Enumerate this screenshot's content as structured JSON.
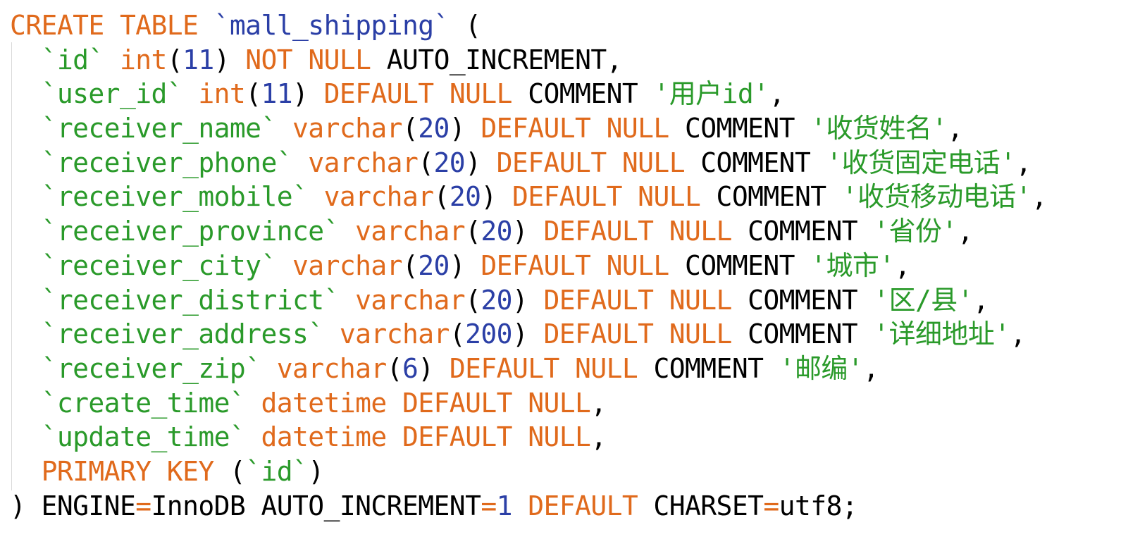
{
  "colors": {
    "keyword": "#e06a1c",
    "identifier": "#2a9a2a",
    "table_name": "#2b3fa6",
    "number": "#2b3fa6",
    "string": "#2a9a2a",
    "plain": "#000000",
    "background": "#ffffff"
  },
  "code": {
    "lines": [
      [
        {
          "t": "CREATE TABLE ",
          "c": "kw"
        },
        {
          "t": "`mall_shipping`",
          "c": "tn"
        },
        {
          "t": " (",
          "c": "plain"
        }
      ],
      [
        {
          "t": "  ",
          "c": "plain"
        },
        {
          "t": "`id`",
          "c": "id"
        },
        {
          "t": " int",
          "c": "kw"
        },
        {
          "t": "(",
          "c": "plain"
        },
        {
          "t": "11",
          "c": "num"
        },
        {
          "t": ") ",
          "c": "plain"
        },
        {
          "t": "NOT NULL",
          "c": "kw"
        },
        {
          "t": " AUTO_INCREMENT,",
          "c": "plain"
        }
      ],
      [
        {
          "t": "  ",
          "c": "plain"
        },
        {
          "t": "`user_id`",
          "c": "id"
        },
        {
          "t": " int",
          "c": "kw"
        },
        {
          "t": "(",
          "c": "plain"
        },
        {
          "t": "11",
          "c": "num"
        },
        {
          "t": ") ",
          "c": "plain"
        },
        {
          "t": "DEFAULT NULL",
          "c": "kw"
        },
        {
          "t": " COMMENT ",
          "c": "plain"
        },
        {
          "t": "'用户id'",
          "c": "str"
        },
        {
          "t": ",",
          "c": "plain"
        }
      ],
      [
        {
          "t": "  ",
          "c": "plain"
        },
        {
          "t": "`receiver_name`",
          "c": "id"
        },
        {
          "t": " varchar",
          "c": "kw"
        },
        {
          "t": "(",
          "c": "plain"
        },
        {
          "t": "20",
          "c": "num"
        },
        {
          "t": ") ",
          "c": "plain"
        },
        {
          "t": "DEFAULT NULL",
          "c": "kw"
        },
        {
          "t": " COMMENT ",
          "c": "plain"
        },
        {
          "t": "'收货姓名'",
          "c": "str"
        },
        {
          "t": ",",
          "c": "plain"
        }
      ],
      [
        {
          "t": "  ",
          "c": "plain"
        },
        {
          "t": "`receiver_phone`",
          "c": "id"
        },
        {
          "t": " varchar",
          "c": "kw"
        },
        {
          "t": "(",
          "c": "plain"
        },
        {
          "t": "20",
          "c": "num"
        },
        {
          "t": ") ",
          "c": "plain"
        },
        {
          "t": "DEFAULT NULL",
          "c": "kw"
        },
        {
          "t": " COMMENT ",
          "c": "plain"
        },
        {
          "t": "'收货固定电话'",
          "c": "str"
        },
        {
          "t": ",",
          "c": "plain"
        }
      ],
      [
        {
          "t": "  ",
          "c": "plain"
        },
        {
          "t": "`receiver_mobile`",
          "c": "id"
        },
        {
          "t": " varchar",
          "c": "kw"
        },
        {
          "t": "(",
          "c": "plain"
        },
        {
          "t": "20",
          "c": "num"
        },
        {
          "t": ") ",
          "c": "plain"
        },
        {
          "t": "DEFAULT NULL",
          "c": "kw"
        },
        {
          "t": " COMMENT ",
          "c": "plain"
        },
        {
          "t": "'收货移动电话'",
          "c": "str"
        },
        {
          "t": ",",
          "c": "plain"
        }
      ],
      [
        {
          "t": "  ",
          "c": "plain"
        },
        {
          "t": "`receiver_province`",
          "c": "id"
        },
        {
          "t": " varchar",
          "c": "kw"
        },
        {
          "t": "(",
          "c": "plain"
        },
        {
          "t": "20",
          "c": "num"
        },
        {
          "t": ") ",
          "c": "plain"
        },
        {
          "t": "DEFAULT NULL",
          "c": "kw"
        },
        {
          "t": " COMMENT ",
          "c": "plain"
        },
        {
          "t": "'省份'",
          "c": "str"
        },
        {
          "t": ",",
          "c": "plain"
        }
      ],
      [
        {
          "t": "  ",
          "c": "plain"
        },
        {
          "t": "`receiver_city`",
          "c": "id"
        },
        {
          "t": " varchar",
          "c": "kw"
        },
        {
          "t": "(",
          "c": "plain"
        },
        {
          "t": "20",
          "c": "num"
        },
        {
          "t": ") ",
          "c": "plain"
        },
        {
          "t": "DEFAULT NULL",
          "c": "kw"
        },
        {
          "t": " COMMENT ",
          "c": "plain"
        },
        {
          "t": "'城市'",
          "c": "str"
        },
        {
          "t": ",",
          "c": "plain"
        }
      ],
      [
        {
          "t": "  ",
          "c": "plain"
        },
        {
          "t": "`receiver_district`",
          "c": "id"
        },
        {
          "t": " varchar",
          "c": "kw"
        },
        {
          "t": "(",
          "c": "plain"
        },
        {
          "t": "20",
          "c": "num"
        },
        {
          "t": ") ",
          "c": "plain"
        },
        {
          "t": "DEFAULT NULL",
          "c": "kw"
        },
        {
          "t": " COMMENT ",
          "c": "plain"
        },
        {
          "t": "'区/县'",
          "c": "str"
        },
        {
          "t": ",",
          "c": "plain"
        }
      ],
      [
        {
          "t": "  ",
          "c": "plain"
        },
        {
          "t": "`receiver_address`",
          "c": "id"
        },
        {
          "t": " varchar",
          "c": "kw"
        },
        {
          "t": "(",
          "c": "plain"
        },
        {
          "t": "200",
          "c": "num"
        },
        {
          "t": ") ",
          "c": "plain"
        },
        {
          "t": "DEFAULT NULL",
          "c": "kw"
        },
        {
          "t": " COMMENT ",
          "c": "plain"
        },
        {
          "t": "'详细地址'",
          "c": "str"
        },
        {
          "t": ",",
          "c": "plain"
        }
      ],
      [
        {
          "t": "  ",
          "c": "plain"
        },
        {
          "t": "`receiver_zip`",
          "c": "id"
        },
        {
          "t": " varchar",
          "c": "kw"
        },
        {
          "t": "(",
          "c": "plain"
        },
        {
          "t": "6",
          "c": "num"
        },
        {
          "t": ") ",
          "c": "plain"
        },
        {
          "t": "DEFAULT NULL",
          "c": "kw"
        },
        {
          "t": " COMMENT ",
          "c": "plain"
        },
        {
          "t": "'邮编'",
          "c": "str"
        },
        {
          "t": ",",
          "c": "plain"
        }
      ],
      [
        {
          "t": "  ",
          "c": "plain"
        },
        {
          "t": "`create_time`",
          "c": "id"
        },
        {
          "t": " datetime DEFAULT NULL",
          "c": "kw"
        },
        {
          "t": ",",
          "c": "plain"
        }
      ],
      [
        {
          "t": "  ",
          "c": "plain"
        },
        {
          "t": "`update_time`",
          "c": "id"
        },
        {
          "t": " datetime DEFAULT NULL",
          "c": "kw"
        },
        {
          "t": ",",
          "c": "plain"
        }
      ],
      [
        {
          "t": "  ",
          "c": "plain"
        },
        {
          "t": "PRIMARY KEY",
          "c": "kw"
        },
        {
          "t": " (",
          "c": "plain"
        },
        {
          "t": "`id`",
          "c": "id"
        },
        {
          "t": ")",
          "c": "plain"
        }
      ],
      [
        {
          "t": ") ENGINE",
          "c": "plain"
        },
        {
          "t": "=",
          "c": "kw"
        },
        {
          "t": "InnoDB AUTO_INCREMENT",
          "c": "plain"
        },
        {
          "t": "=",
          "c": "kw"
        },
        {
          "t": "1",
          "c": "num"
        },
        {
          "t": " ",
          "c": "plain"
        },
        {
          "t": "DEFAULT",
          "c": "kw"
        },
        {
          "t": " CHARSET",
          "c": "plain"
        },
        {
          "t": "=",
          "c": "kw"
        },
        {
          "t": "utf8;",
          "c": "plain"
        }
      ]
    ]
  }
}
